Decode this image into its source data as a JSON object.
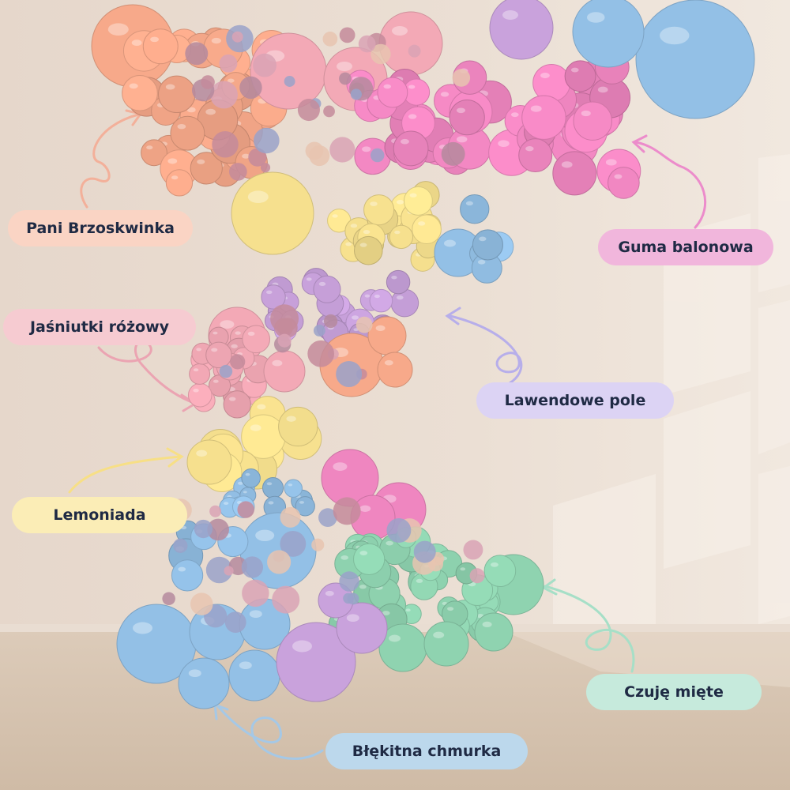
{
  "labels": {
    "peach": "Pani Brzoskwinka",
    "bubblegum": "Guma balonowa",
    "pink": "Jaśniutki różowy",
    "lavender": "Lawendowe pole",
    "lemon": "Lemoniada",
    "mint": "Czuję mięte",
    "blue": "Błękitna chmurka"
  },
  "colors": {
    "wall": "#e8dbd0",
    "floor": "#d9c8b6",
    "peach": "#f7a98a",
    "bubblegum": "#ef86c0",
    "pink": "#f3a9b6",
    "lavender": "#c9a2dc",
    "lemon": "#f6e08e",
    "mint": "#8fd3b0",
    "blue": "#93c0e6",
    "label_text": "#1f2a44"
  }
}
